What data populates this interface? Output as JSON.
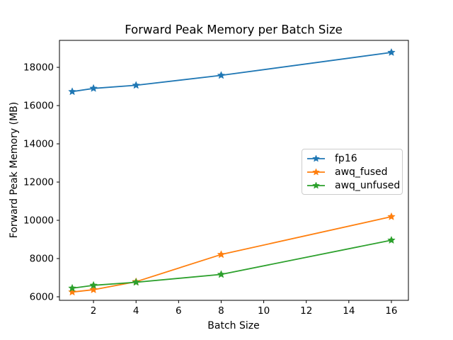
{
  "figure": {
    "background": "#ffffff"
  },
  "chart_data": {
    "type": "line",
    "title": "Forward Peak Memory per Batch Size",
    "xlabel": "Batch Size",
    "ylabel": "Forward Peak Memory (MB)",
    "x": [
      1,
      2,
      4,
      8,
      16
    ],
    "series": [
      {
        "name": "fp16",
        "color": "#1f77b4",
        "values": [
          16730,
          16900,
          17060,
          17580,
          18780
        ]
      },
      {
        "name": "awq_fused",
        "color": "#ff7f0e",
        "values": [
          6250,
          6370,
          6790,
          8210,
          10190
        ]
      },
      {
        "name": "awq_unfused",
        "color": "#2ca02c",
        "values": [
          6450,
          6600,
          6760,
          7170,
          8960
        ]
      }
    ],
    "marker": "star",
    "line_width": 1.8,
    "xticks": [
      2,
      4,
      6,
      8,
      10,
      12,
      14,
      16
    ],
    "yticks": [
      6000,
      8000,
      10000,
      12000,
      14000,
      16000,
      18000
    ],
    "xlim": [
      0.4,
      16.8
    ],
    "ylim": [
      5815,
      19410
    ],
    "grid": false,
    "legend": {
      "position": "center right",
      "entries": [
        "fp16",
        "awq_fused",
        "awq_unfused"
      ]
    },
    "axis_color": "#000000"
  }
}
